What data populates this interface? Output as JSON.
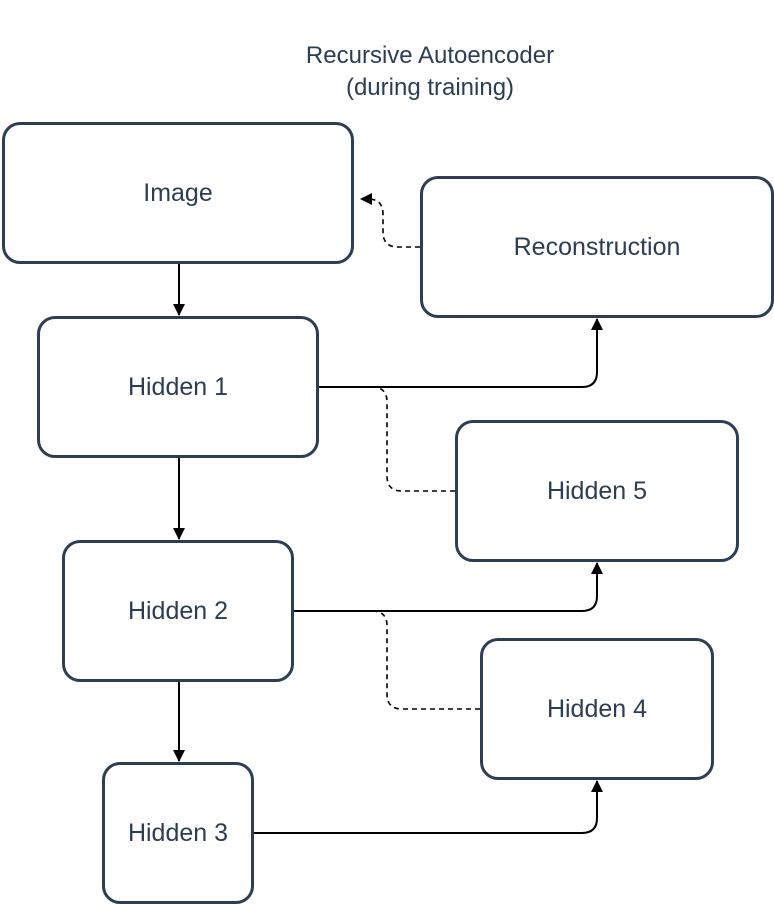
{
  "diagram": {
    "title_line1": "Recursive Autoencoder",
    "title_line2": "(during training)",
    "nodes": {
      "image": "Image",
      "reconstruction": "Reconstruction",
      "hidden1": "Hidden 1",
      "hidden2": "Hidden 2",
      "hidden3": "Hidden 3",
      "hidden4": "Hidden 4",
      "hidden5": "Hidden 5"
    },
    "colors": {
      "node_border": "#2c3e55",
      "text": "#2c3e55",
      "edge": "#000000"
    }
  }
}
